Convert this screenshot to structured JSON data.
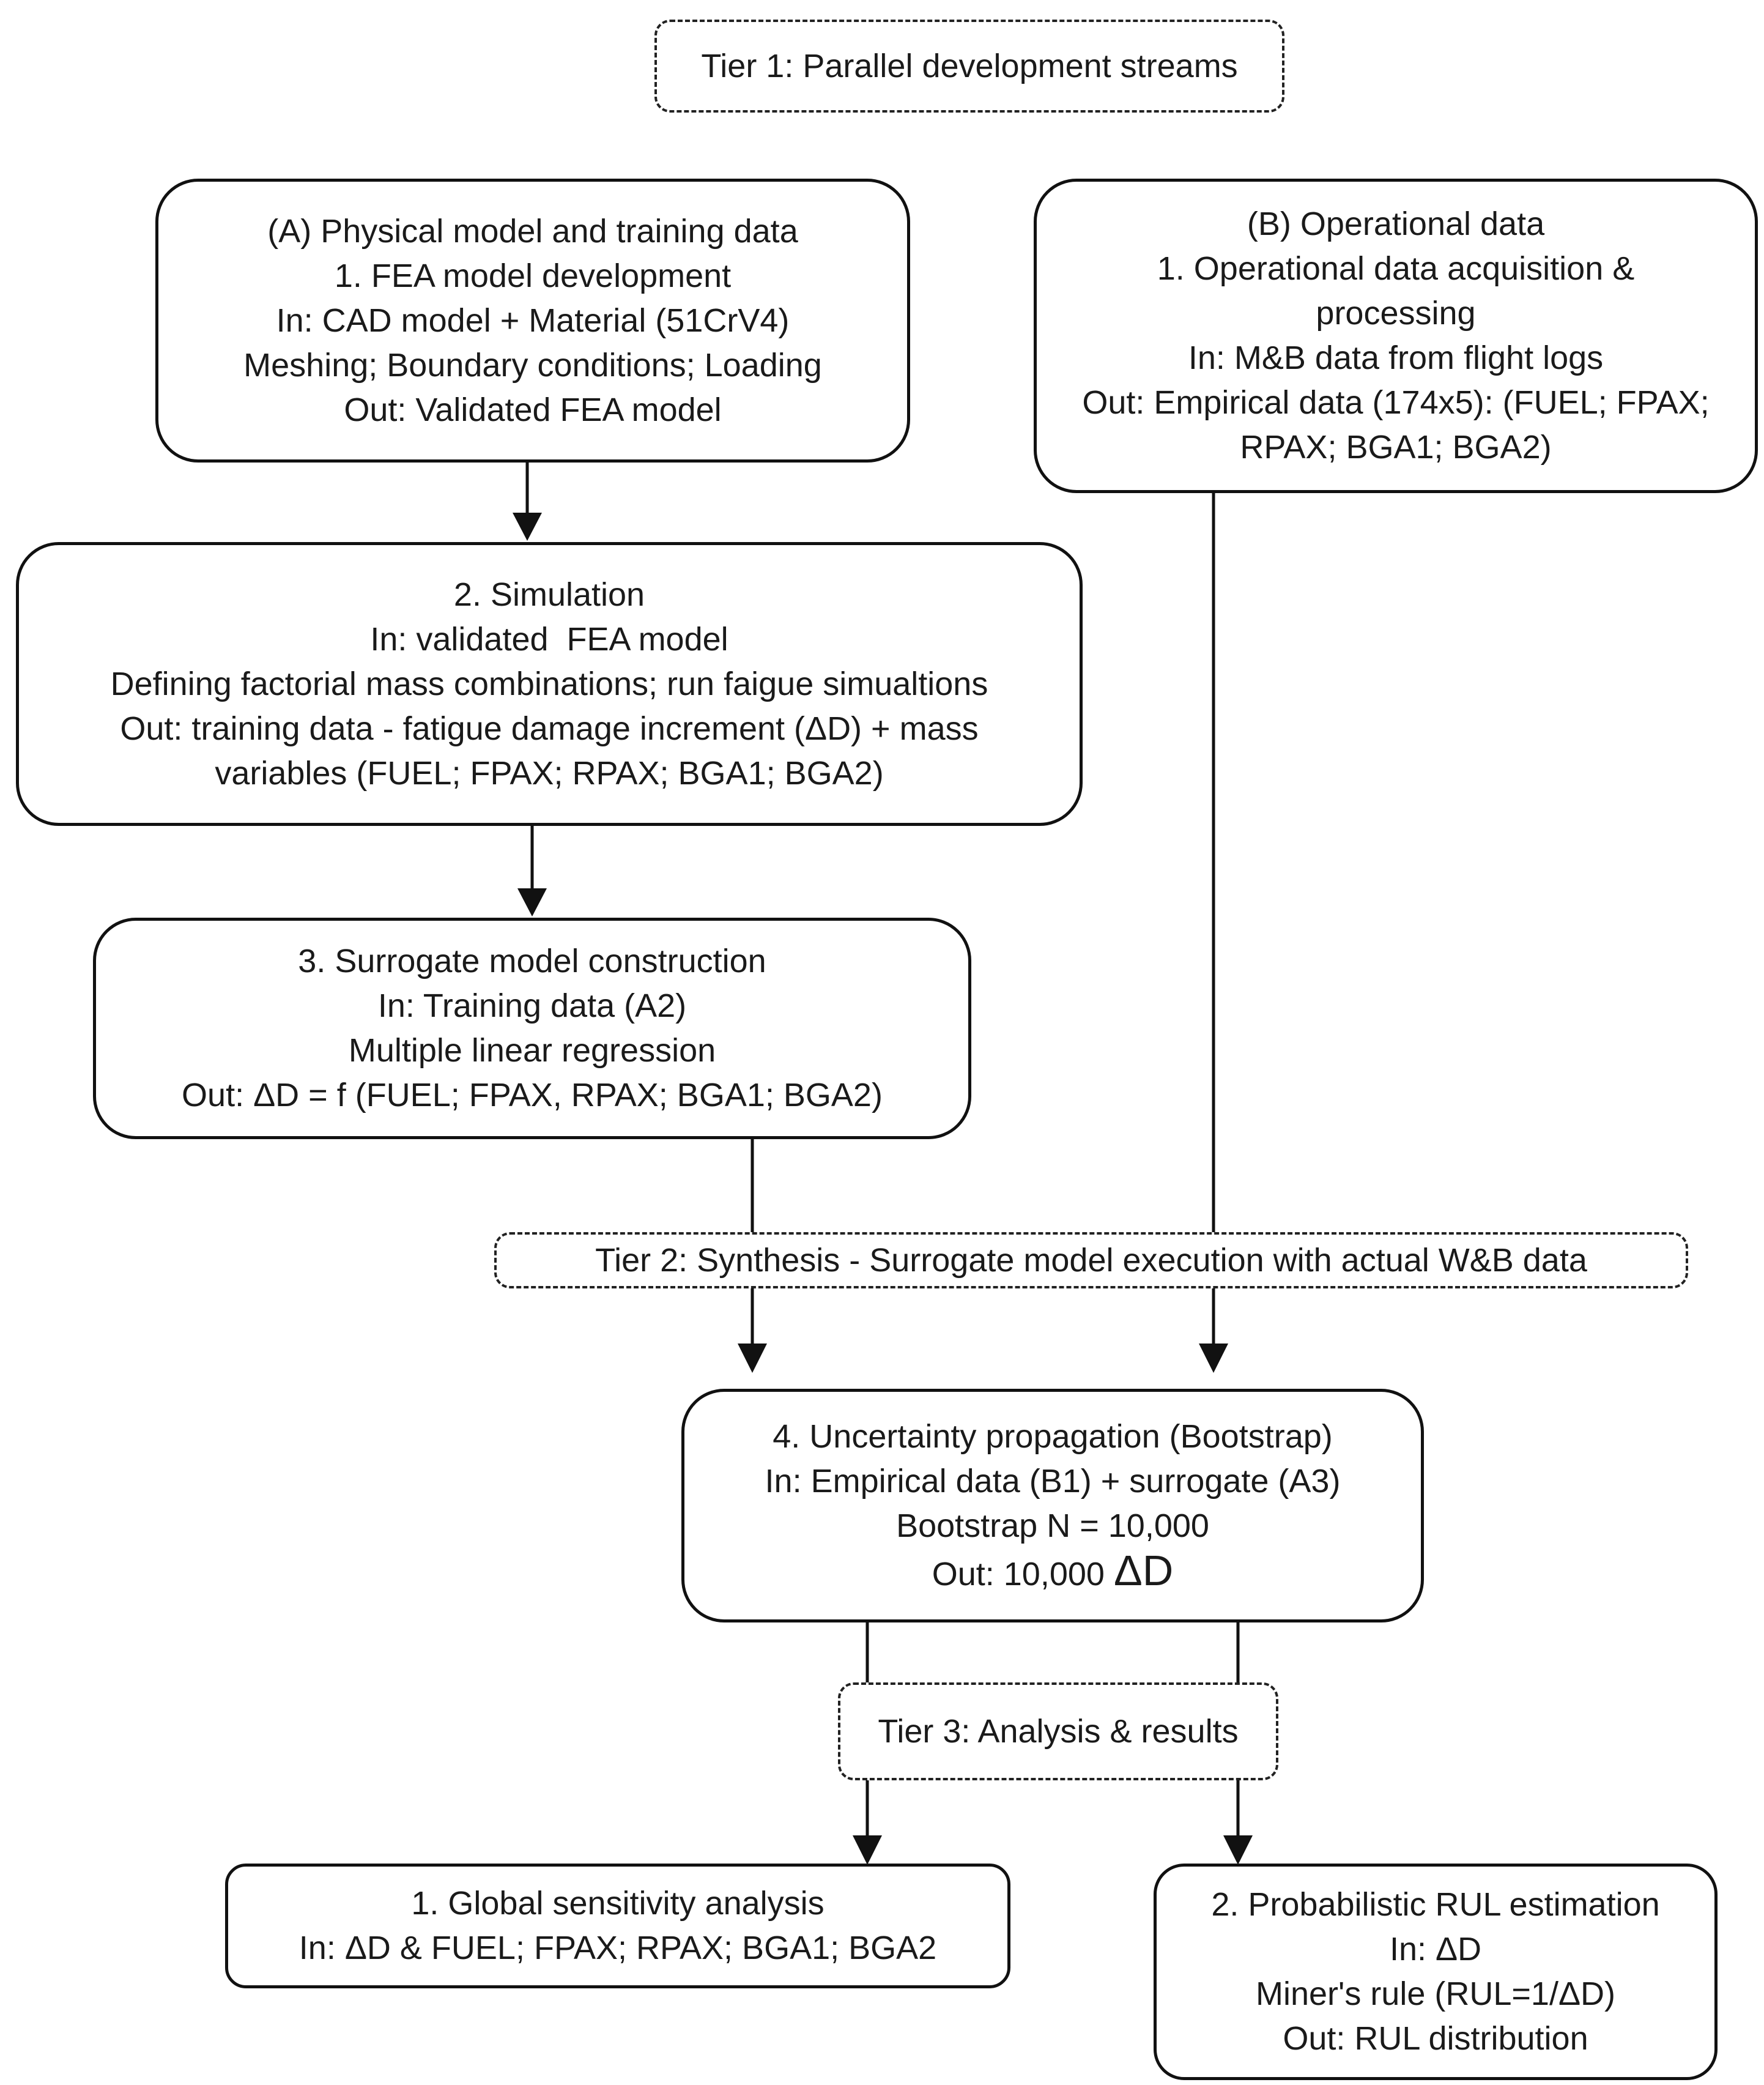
{
  "tiers": {
    "tier1": "Tier 1: Parallel development streams",
    "tier2": "Tier 2: Synthesis - Surrogate model execution with actual W&B data",
    "tier3": "Tier 3: Analysis & results"
  },
  "boxes": {
    "a1": {
      "title": "(A) Physical model and training data",
      "step": "1. FEA model development",
      "input": "In: CAD model + Material (51CrV4)",
      "method": "Meshing; Boundary conditions; Loading",
      "output": "Out: Validated FEA model"
    },
    "b1": {
      "title": "(B) Operational data",
      "step_line1": "1. Operational data acquisition &",
      "step_line2": "processing",
      "input": "In: M&B data from flight logs",
      "output_line1": "Out: Empirical data (174x5): (FUEL; FPAX;",
      "output_line2": "RPAX; BGA1; BGA2)"
    },
    "a2": {
      "step": "2. Simulation",
      "input": "In: validated  FEA model",
      "method": "Defining factorial mass combinations; run faigue simualtions",
      "output_line1": "Out: training data - fatigue damage increment (ΔD) + mass",
      "output_line2": "variables (FUEL; FPAX; RPAX; BGA1; BGA2)"
    },
    "a3": {
      "step": "3. Surrogate model construction",
      "input": "In: Training data (A2)",
      "method": "Multiple linear regression",
      "output": "Out: ΔD = f (FUEL; FPAX, RPAX; BGA1; BGA2)"
    },
    "step4": {
      "step": "4. Uncertainty propagation (Bootstrap)",
      "input": "In: Empirical data (B1) + surrogate (A3)",
      "method": "Bootstrap N = 10,000",
      "output_prefix": "Out: 10,000 ",
      "output_symbol": "ΔD"
    },
    "gsa": {
      "step": "1. Global sensitivity analysis",
      "input": "In: ΔD & FUEL; FPAX; RPAX; BGA1; BGA2"
    },
    "rul": {
      "step": "2. Probabilistic RUL estimation",
      "input": "In: ΔD",
      "method": "Miner's rule (RUL=1/ΔD)",
      "output": "Out: RUL distribution"
    }
  }
}
